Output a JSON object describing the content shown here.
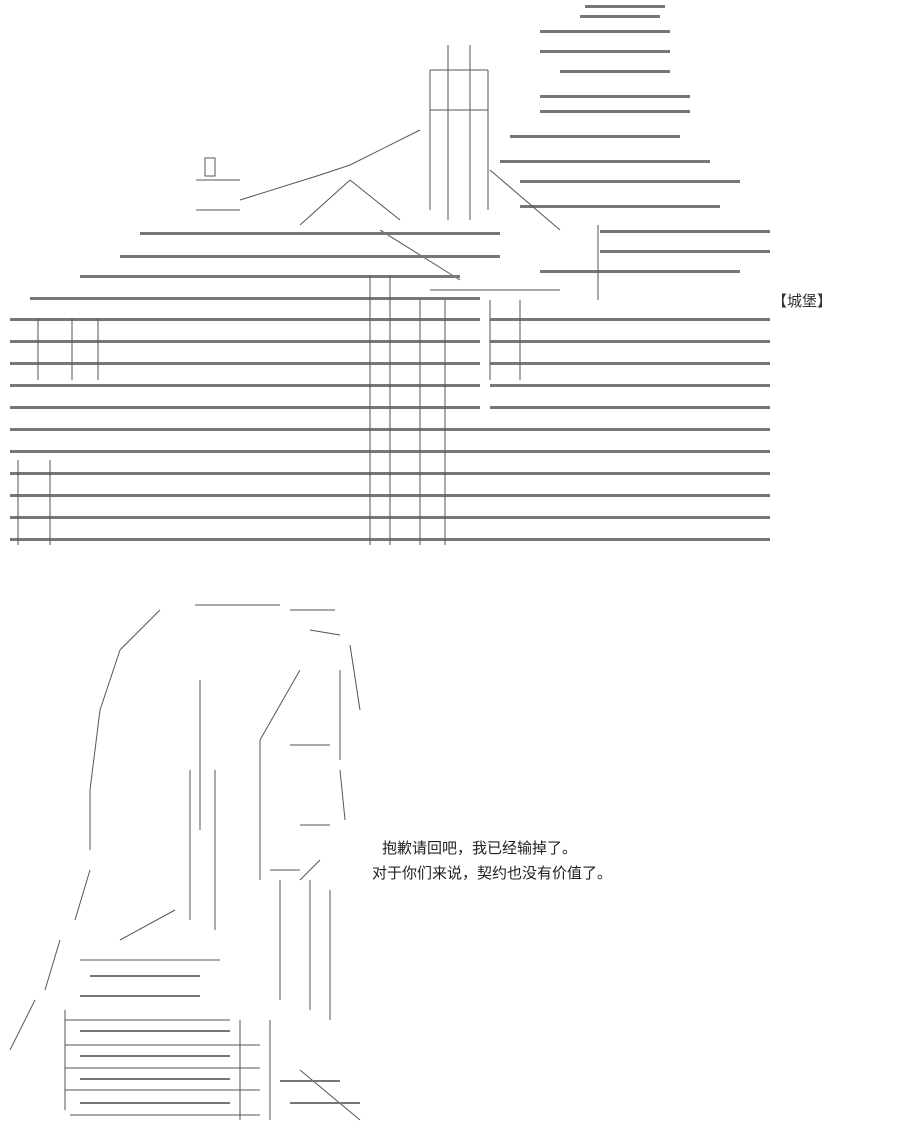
{
  "castle": {
    "label": "【城堡】"
  },
  "dialogue": {
    "line1": "抱歉请回吧，我已经输掉了。",
    "line2": "对于你们来说，契约也没有价值了。"
  }
}
